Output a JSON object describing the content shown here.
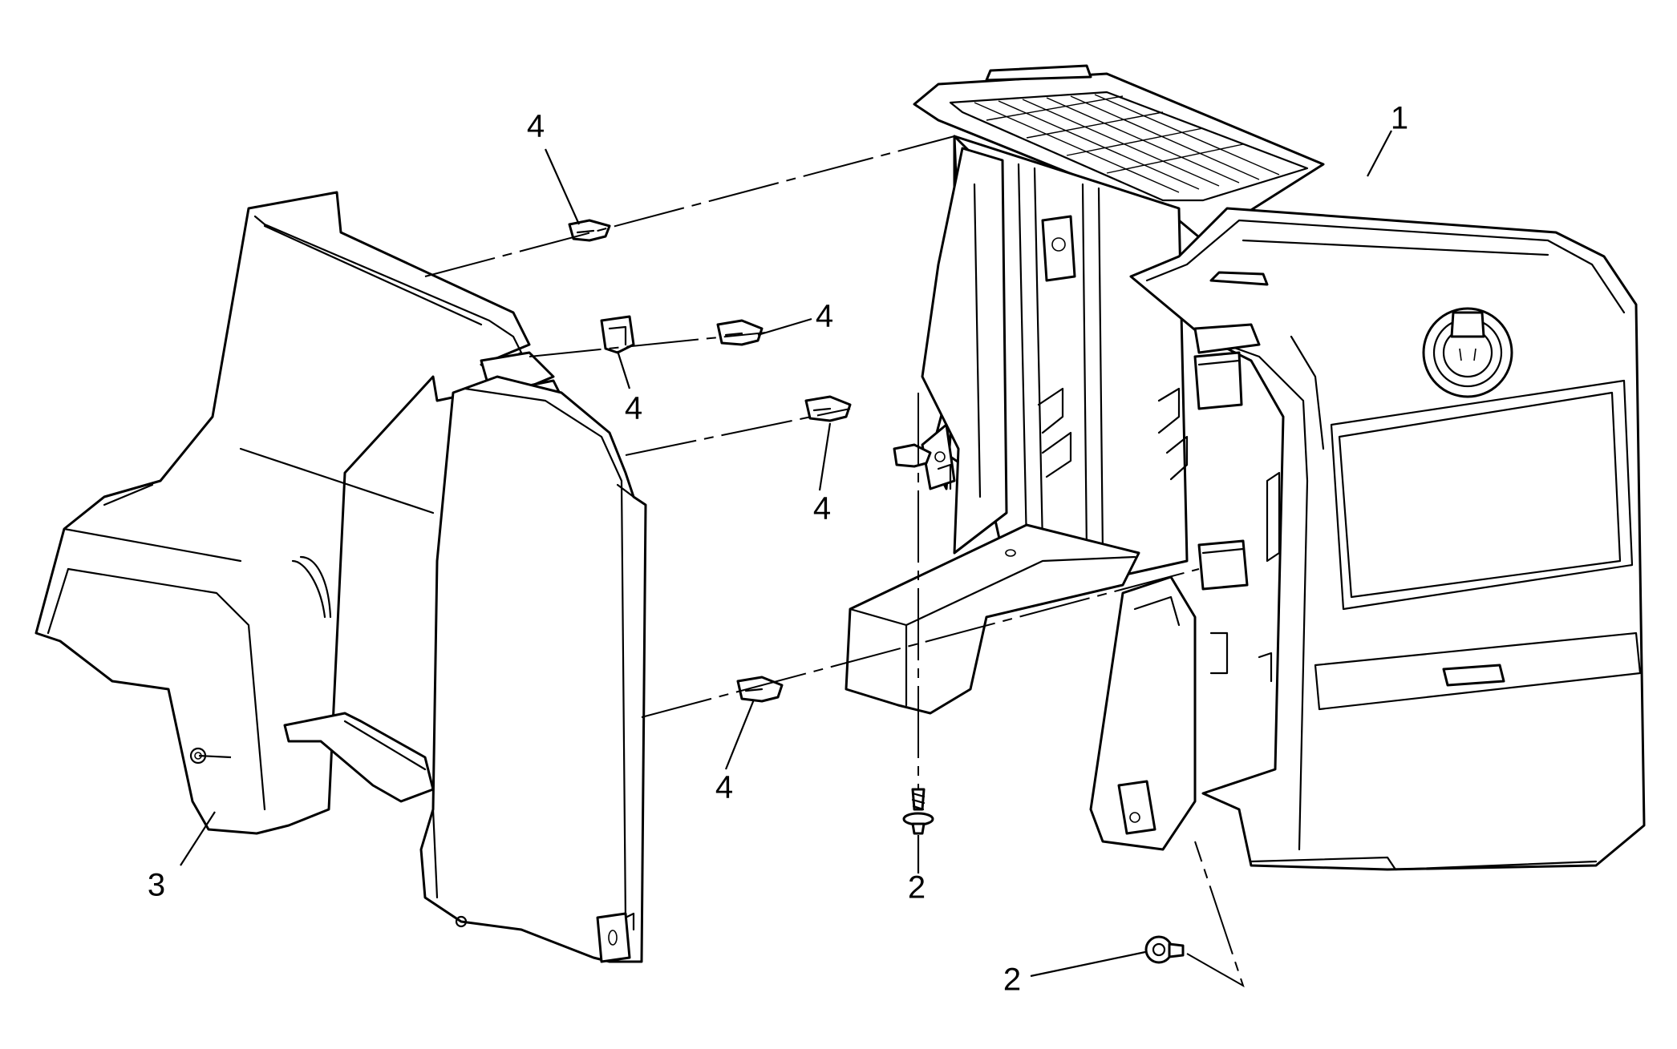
{
  "callouts": {
    "part1": "1",
    "part2_upper": "2",
    "part2_lower": "2",
    "part3": "3",
    "part4_top": "4",
    "part4_right_upper": "4",
    "part4_center": "4",
    "part4_right_mid": "4",
    "part4_bottom": "4"
  }
}
